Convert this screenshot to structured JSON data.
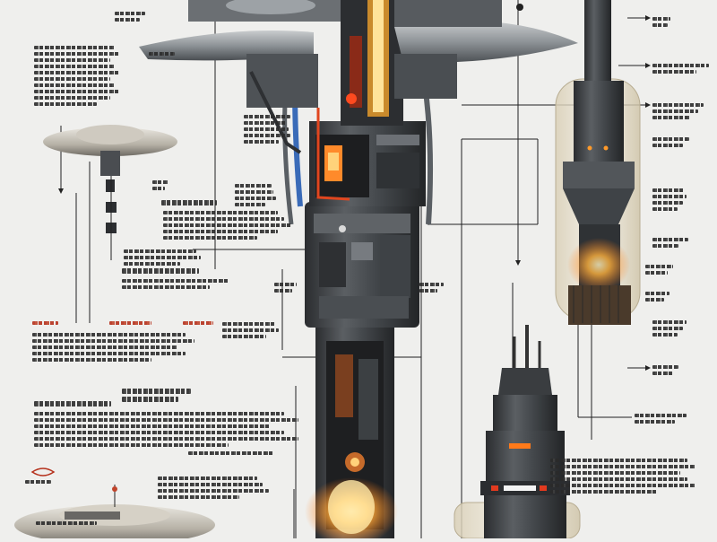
{
  "image": {
    "kind": "technical cutaway illustration with illegible pseudo-text callouts",
    "palette": {
      "background": "#efefed",
      "hull_dark": "#3a3d40",
      "hull_mid": "#5a5e62",
      "hull_light": "#8d9297",
      "glow_orange": "#ff9a2a",
      "glow_red": "#d2391f",
      "glass": "#e6ddc8",
      "ink": "#222222",
      "accent_red_text": "#b5301b"
    },
    "components": [
      "central-tower",
      "upper-saucer-deck",
      "left-mini-saucer",
      "right-glass-capsule-tower",
      "lower-right-rocket-module",
      "bottom-left-saucer",
      "callout-leader-lines",
      "illegible-annotation-blocks"
    ]
  }
}
